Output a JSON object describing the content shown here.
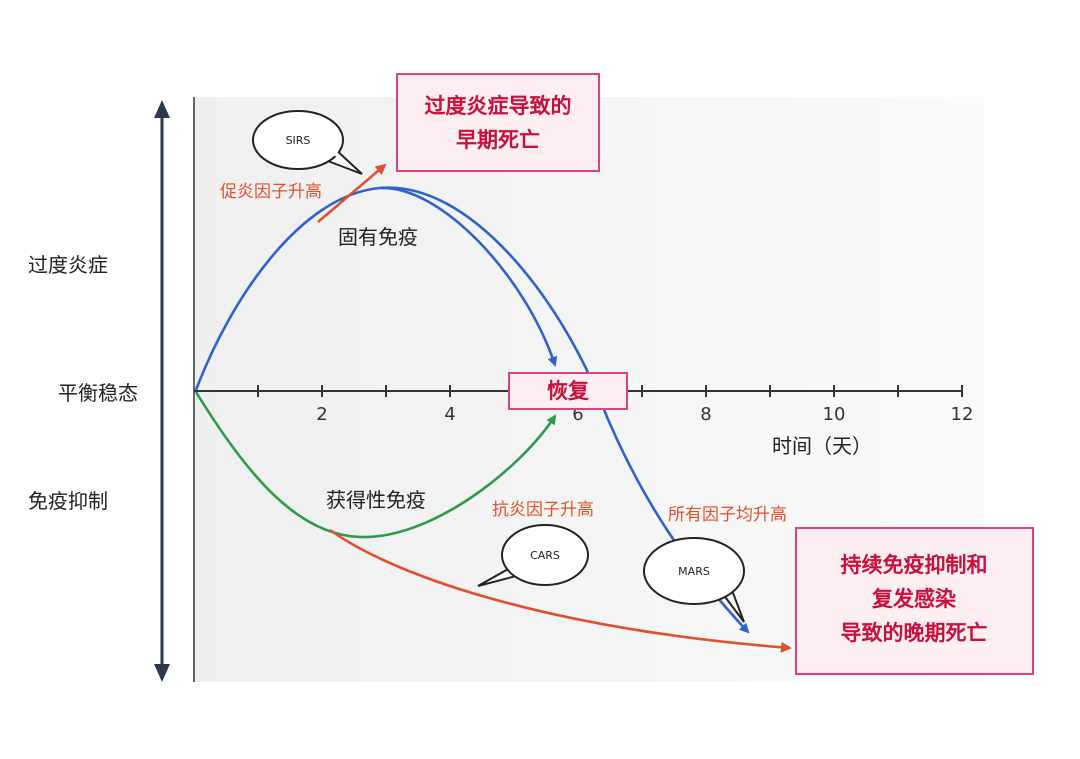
{
  "vertical_axis": {
    "top_label": "过度炎症",
    "middle_label": "平衡稳态",
    "bottom_label": "免疫抑制"
  },
  "time_axis": {
    "title": "时间（天）",
    "ticks": [
      "2",
      "4",
      "6",
      "8",
      "10",
      "12"
    ]
  },
  "curves": {
    "innate": "固有免疫",
    "adaptive": "获得性免疫"
  },
  "notes": {
    "pro_inflammatory": "促炎因子升高",
    "anti_inflammatory": "抗炎因子升高",
    "all_factors": "所有因子均升高"
  },
  "bubbles": {
    "sirs": "SIRS",
    "cars": "CARS",
    "mars": "MARS"
  },
  "boxes": {
    "early_death": [
      "过度炎症导致的",
      "早期死亡"
    ],
    "recovery": "恢复",
    "late_death": [
      "持续免疫抑制和",
      "复发感染",
      "导致的晚期死亡"
    ]
  },
  "colors": {
    "innate": "#2f63c9",
    "adaptive": "#2e9a4a",
    "inflammation": "#e0502f",
    "box_border": "#d9457a",
    "box_fill": "#fdeef2",
    "box_text": "#c8103c"
  }
}
